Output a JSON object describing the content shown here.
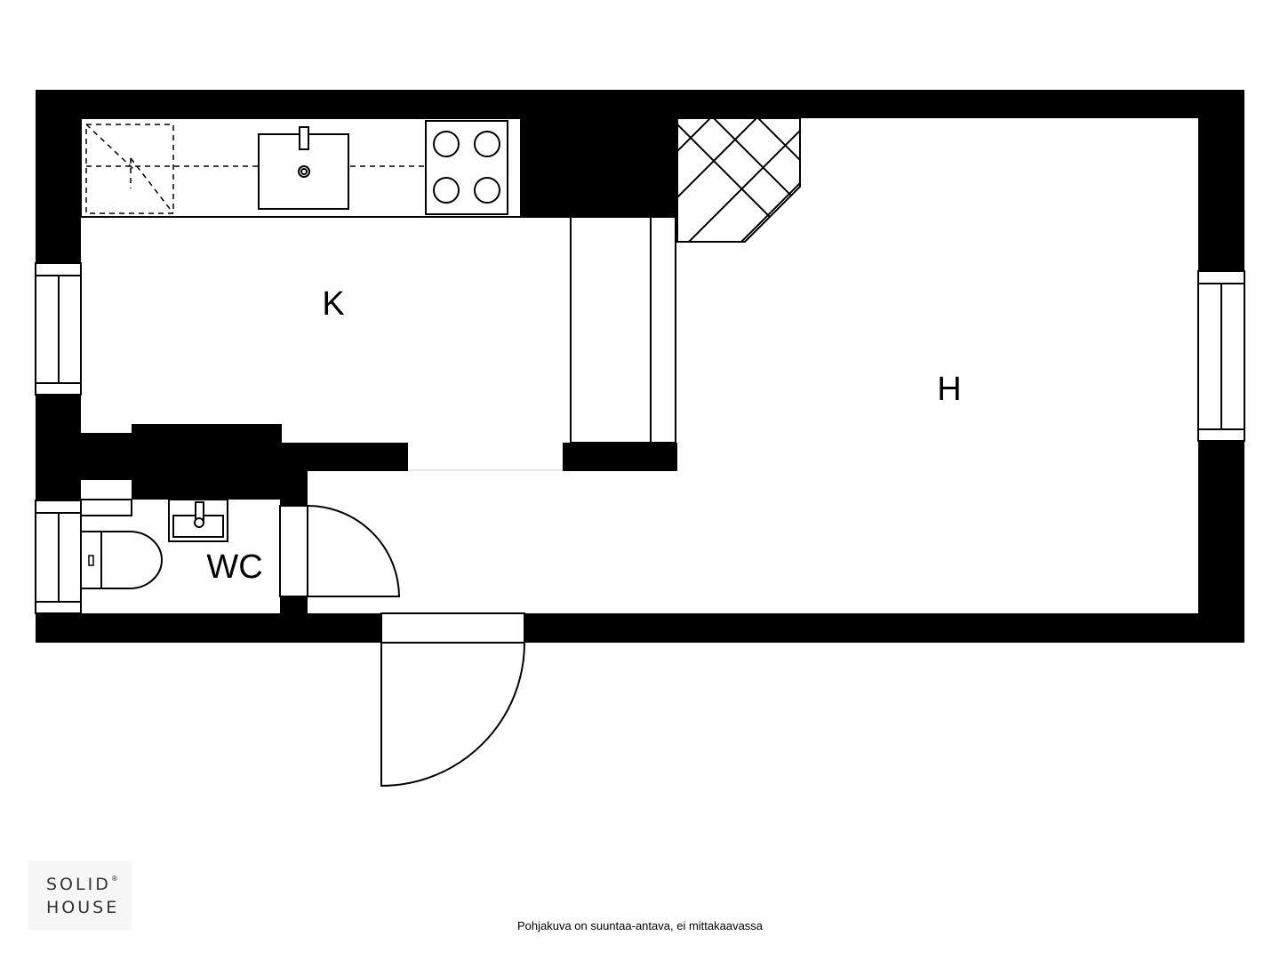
{
  "floorplan": {
    "rooms": [
      {
        "id": "kitchen",
        "label": "K"
      },
      {
        "id": "living",
        "label": "H"
      },
      {
        "id": "toilet",
        "label": "WC"
      }
    ]
  },
  "branding": {
    "logo_line1": "SOLID",
    "logo_reg": "®",
    "logo_line2": "HOUSE"
  },
  "disclaimer": "Pohjakuva on suuntaa-antava, ei mittakaavassa",
  "colors": {
    "wall": "#000000",
    "floor": "#ffffff",
    "fixture_stroke": "#000000"
  }
}
